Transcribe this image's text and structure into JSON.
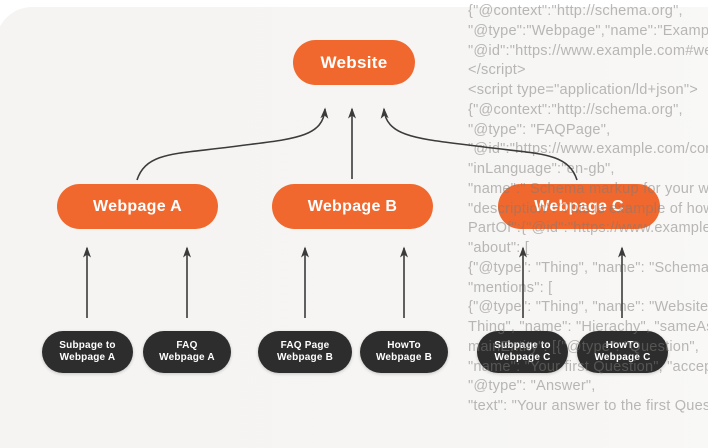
{
  "diagram": {
    "website": {
      "label": "Website"
    },
    "webpages": [
      {
        "label": "Webpage A"
      },
      {
        "label": "Webpage B"
      },
      {
        "label": "Webpage C"
      }
    ],
    "subpages": [
      {
        "line1": "Subpage to",
        "line2": "Webpage A"
      },
      {
        "line1": "FAQ",
        "line2": "Webpage A"
      },
      {
        "line1": "FAQ Page",
        "line2": "Webpage B"
      },
      {
        "line1": "HowTo",
        "line2": "Webpage B"
      },
      {
        "line1": "Subpage to",
        "line2": "Webpage C"
      },
      {
        "line1": "HowTo",
        "line2": "Webpage C"
      }
    ]
  },
  "code_overlay": {
    "lines": [
      "{\"@context\":\"http://schema.org\",",
      "\"@type\":\"Webpage\",\"name\":\"Example",
      "\"@id\":\"https://www.example.com#we",
      "</script>",
      "<script type=\"application/ld+json\">",
      "{\"@context\":\"http://schema.org\",",
      "\"@type\": \"FAQPage\",",
      "\"@id\":\"https://www.example.com/con",
      "\"inLanguage\":\"en-gb\",",
      "\"name\":\" Schema markup for your w",
      "\"description\":\"This is example of how",
      "PartOf\":{\"@id\":\"https://www.example",
      "\"about\": [",
      "{\"@type\": \"Thing\", \"name\": \"Schema\",",
      "\"mentions\": [",
      "{\"@type\": \"Thing\", \"name\": \"Website\",",
      "Thing\", \"name\": \"Hierachy\", \"sameAs",
      "mainEntity\": [{\"@type\": \"Question\",",
      "\"name\": \"Your first Question\", \"accep",
      "\"@type\": \"Answer\",",
      "\"text\": \"Your answer to the first Ques"
    ]
  },
  "colors": {
    "orange": "#f0682d",
    "dark_pill": "#2d2d2d",
    "arrow": "#3b3b3b",
    "background": "#f5f4f2",
    "code_text": "#c2c0be"
  }
}
